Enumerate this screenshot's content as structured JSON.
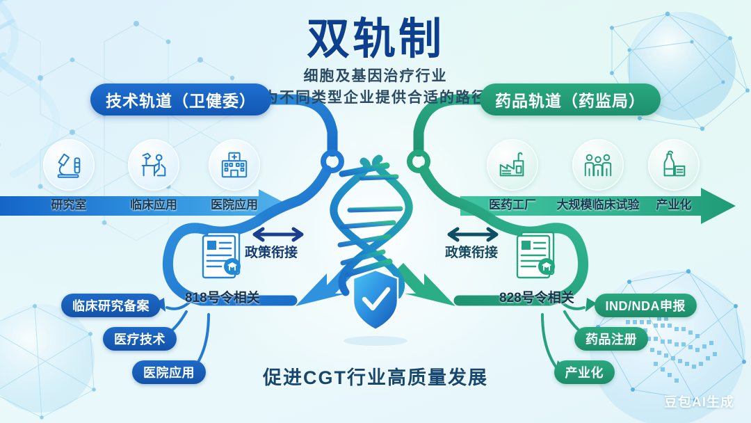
{
  "title": {
    "main": "双轨制",
    "subtitle_1": "细胞及基因治疗行业",
    "subtitle_2": "为不同类型企业提供合适的路径"
  },
  "tracks": {
    "left": {
      "pill_label": "技术轨道（卫健委）",
      "color": "#1258b4",
      "stages": [
        {
          "label": "研究室",
          "icon": "microscope-icon"
        },
        {
          "label": "临床应用",
          "icon": "researcher-desk-icon"
        },
        {
          "label": "医院应用",
          "icon": "hospital-building-icon"
        }
      ],
      "document": {
        "label": "818号令相关",
        "icon": "document-certificate-icon"
      },
      "policy_link_label": "政策衔接",
      "outcomes": [
        "临床研究备案",
        "医疗技术",
        "医院应用"
      ]
    },
    "right": {
      "pill_label": "药品轨道（药监局）",
      "color": "#1d8f6d",
      "stages": [
        {
          "label": "医药工厂",
          "icon": "factory-icon"
        },
        {
          "label": "大规模临床试验",
          "icon": "people-group-icon"
        },
        {
          "label": "产业化",
          "icon": "industrial-plant-icon"
        }
      ],
      "document": {
        "label": "828号令相关",
        "icon": "document-certificate-icon"
      },
      "policy_link_label": "政策衔接",
      "outcomes": [
        "IND/NDA申报",
        "药品注册",
        "产业化"
      ]
    }
  },
  "center": {
    "dna_icon": "dna-helix-icon",
    "shield_icon": "shield-check-icon"
  },
  "slogan": "促进CGT行业高质量发展",
  "watermark": "豆包AI生成",
  "colors": {
    "blue": "#1f7ad6",
    "blue_dark": "#1258b4",
    "green": "#25a67c",
    "green_dark": "#1d8f6d",
    "title_navy": "#0d3f8f",
    "background": "#e5f5fb"
  }
}
